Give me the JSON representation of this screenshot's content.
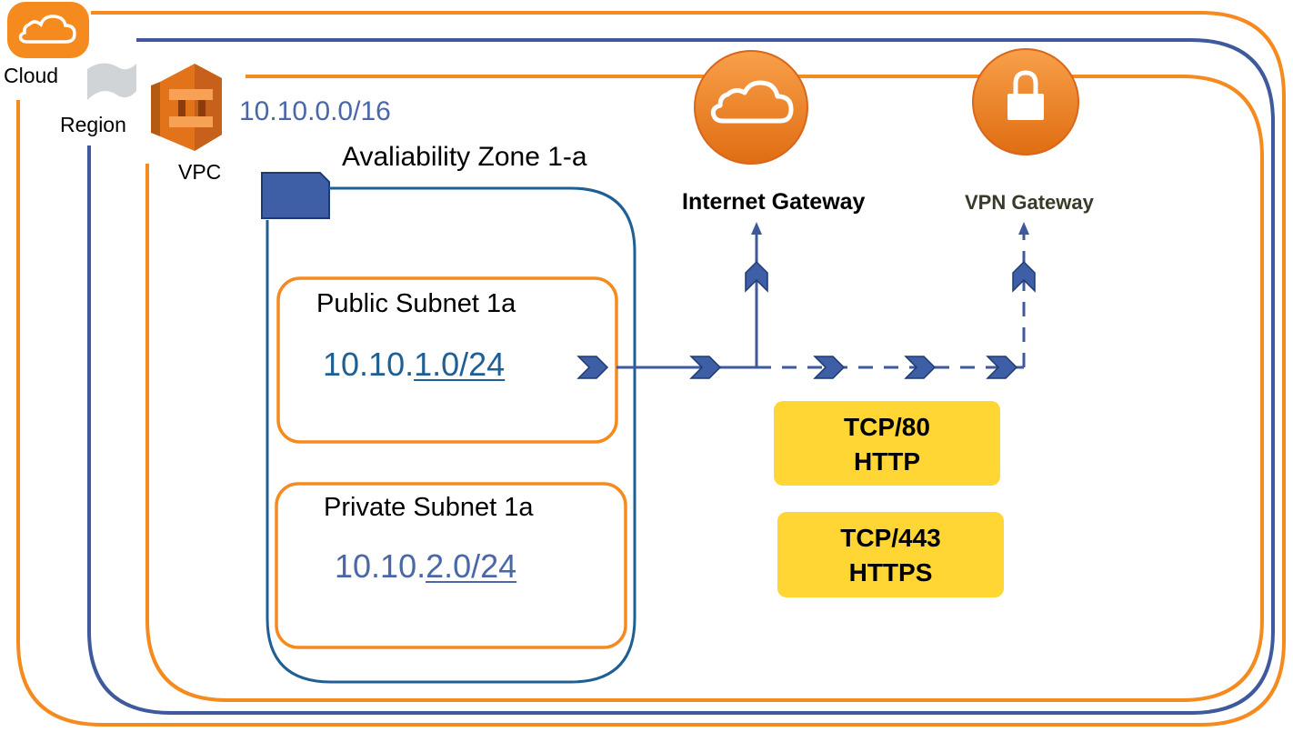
{
  "labels": {
    "cloud": "Cloud",
    "region": "Region",
    "vpc": "VPC",
    "vpc_cidr": "10.10.0.0/16",
    "availability_zone": "Avaliability Zone 1-a",
    "public_subnet": "Public Subnet 1a",
    "public_cidr_prefix": "10.10.",
    "public_cidr_suffix": "1.0/24",
    "private_subnet": "Private Subnet 1a",
    "private_cidr_prefix": "10.10.",
    "private_cidr_suffix": "2.0/24",
    "internet_gateway": "Internet Gateway",
    "vpn_gateway": "VPN Gateway"
  },
  "ports": [
    {
      "protocol": "TCP/80",
      "service": "HTTP"
    },
    {
      "protocol": "TCP/443",
      "service": "HTTPS"
    }
  ],
  "icons": {
    "cloud": "cloud-icon",
    "region": "flag-icon",
    "vpc": "vpc-icon",
    "availability_zone": "az-flag-icon",
    "internet_gateway": "cloud-icon",
    "vpn_gateway": "lock-icon"
  },
  "colors": {
    "aws_orange": "#f58a1f",
    "vpc_blue": "#3e5a9c",
    "az_blue": "#1f5f94",
    "badge_yellow": "#ffd633"
  }
}
